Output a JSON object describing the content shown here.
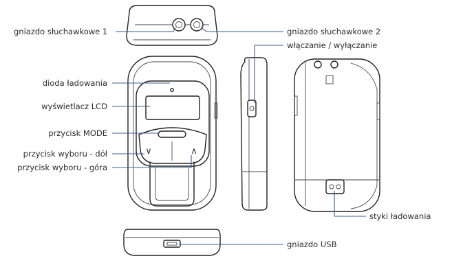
{
  "labels": {
    "headphone_jack_1": "gniazdo słuchawkowe 1",
    "headphone_jack_2": "gniazdo słuchawkowe 2",
    "power_switch": "włączanie / wyłączanie",
    "charging_led": "dioda ładowania",
    "lcd_display": "wyświetlacz LCD",
    "mode_button": "przycisk MODE",
    "select_down_button": "przycisk wyboru - dół",
    "select_up_button": "przycisk wyboru - góra",
    "charging_contacts": "styki ładowania",
    "usb_port": "gniazdo USB"
  },
  "colors": {
    "leader_line": "#3a5f8f",
    "device_outline": "#222222",
    "label_text": "#2b2b2b"
  }
}
